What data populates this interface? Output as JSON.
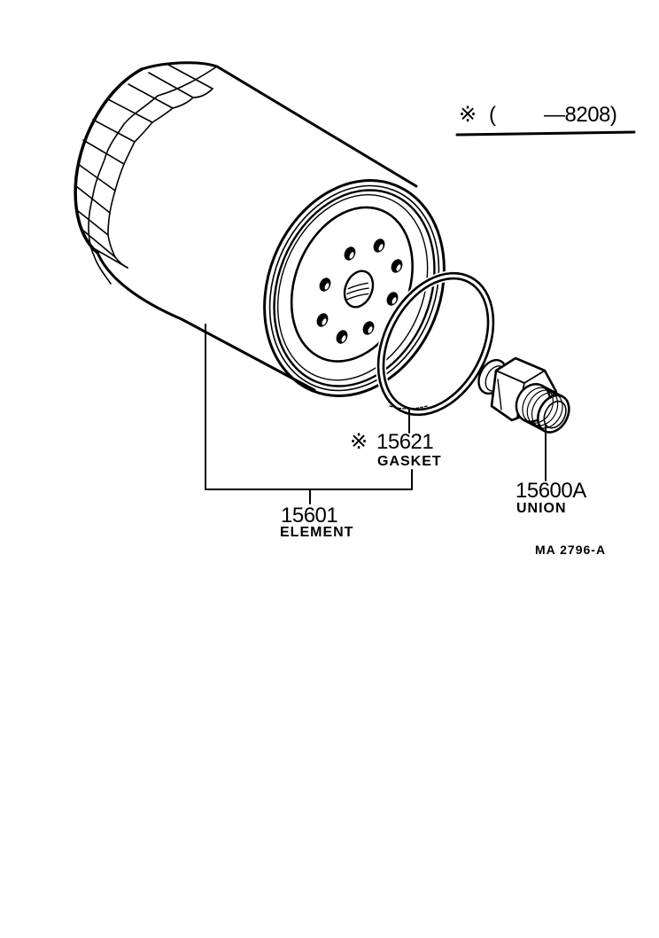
{
  "header_note": {
    "mark": "※",
    "open": "(",
    "range": "—8208)"
  },
  "parts": [
    {
      "number": "15601",
      "name": "ELEMENT",
      "mark": ""
    },
    {
      "number": "15621",
      "name": "GASKET",
      "mark": "※"
    },
    {
      "number": "15600A",
      "name": "UNION",
      "mark": ""
    }
  ],
  "figure_ref": "MA  2796-A",
  "colors": {
    "ink": "#000000",
    "paper": "#ffffff"
  }
}
